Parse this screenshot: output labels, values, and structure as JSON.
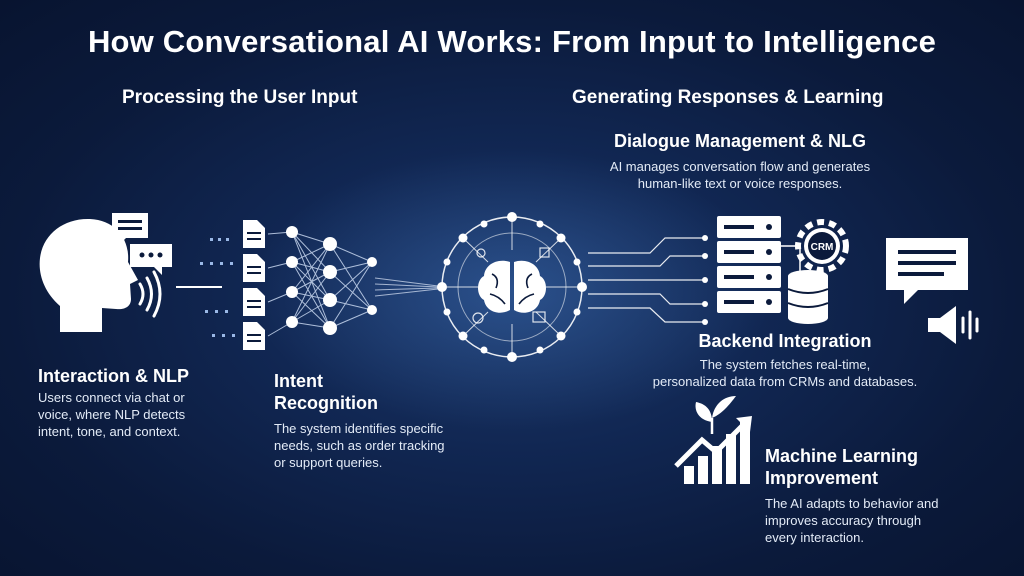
{
  "title": "How Conversational AI Works: From Input to Intelligence",
  "sections": {
    "left": "Processing the User Input",
    "right": "Generating Responses & Learning"
  },
  "steps": {
    "interaction": {
      "title": "Interaction & NLP",
      "desc": [
        "Users connect via chat or",
        "voice, where NLP detects",
        "intent, tone, and context."
      ]
    },
    "intent": {
      "title": [
        "Intent",
        "Recognition"
      ],
      "desc": [
        "The system identifies specific",
        "needs, such as order tracking",
        "or support queries."
      ]
    },
    "dialogue": {
      "title": "Dialogue Management & NLG",
      "desc": [
        "AI manages conversation flow and generates",
        "human-like text or voice responses."
      ]
    },
    "backend": {
      "title": "Backend Integration",
      "desc": [
        "The system fetches real-time,",
        "personalized data from CRMs and databases."
      ]
    },
    "ml": {
      "title": [
        "Machine Learning",
        "Improvement"
      ],
      "desc": [
        "The AI adapts to behavior and",
        "improves accuracy through",
        "every interaction."
      ]
    }
  },
  "icons": {
    "crm_label": "CRM",
    "names": [
      "head-speaking-icon",
      "chat-bubbles-icon",
      "sound-waves-icon",
      "document-stack-icon",
      "neural-network-icon",
      "brain-chip-icon",
      "server-stack-icon",
      "crm-gear-icon",
      "database-icon",
      "response-bubble-icon",
      "speaker-icon",
      "growth-chart-icon"
    ]
  },
  "colors": {
    "background": "#0b1a3b",
    "text": "#ffffff",
    "desc_text": "#e3ebf7"
  }
}
